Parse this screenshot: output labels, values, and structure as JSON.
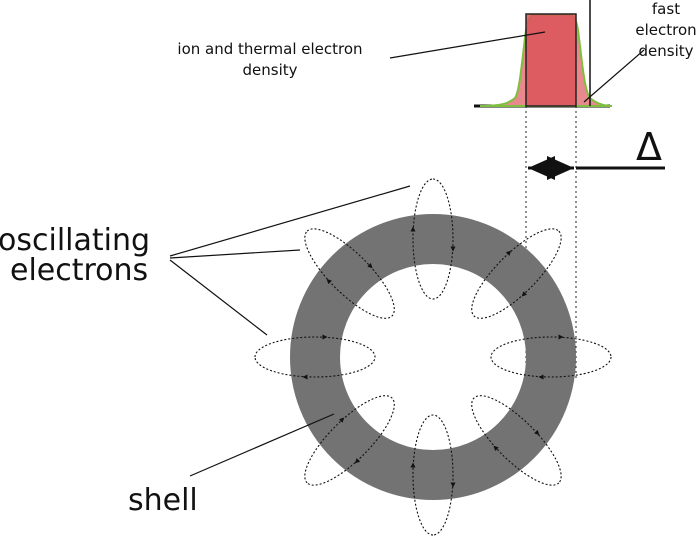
{
  "labels": {
    "ion_density": [
      "ion and thermal electron",
      "density"
    ],
    "fast_density": [
      "fast",
      "electron",
      "density"
    ],
    "delta": "Δ",
    "oscillating": [
      "oscillating",
      "electrons"
    ],
    "shell": "shell"
  },
  "colors": {
    "shell": "#737373",
    "density_fill": "#d9535a",
    "density_fill_light": "#e88a8d",
    "fast_curve": "#7fbf3f",
    "ink": "#111111"
  },
  "electron_loops": {
    "count": 8,
    "path_style": "dashed",
    "arrow_direction": "both"
  }
}
